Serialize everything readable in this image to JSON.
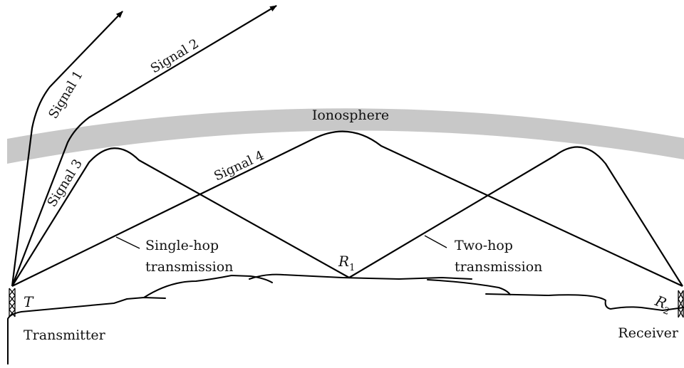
{
  "labels": {
    "signal1": "Signal 1",
    "signal2": "Signal 2",
    "signal3": "Signal 3",
    "signal4": "Signal 4",
    "ionosphere": "Ionosphere",
    "single_hop_line1": "Single-hop",
    "single_hop_line2": "transmission",
    "two_hop_line1": "Two-hop",
    "two_hop_line2": "transmission",
    "transmitter": "Transmitter",
    "receiver": "Receiver",
    "t_mark": "T",
    "r1_main": "R",
    "r1_sub": "1",
    "r2_main": "R",
    "r2_sub": "2"
  },
  "colors": {
    "ionosphere": "#c8c8c8",
    "ray": "#000000",
    "text": "#111111"
  }
}
